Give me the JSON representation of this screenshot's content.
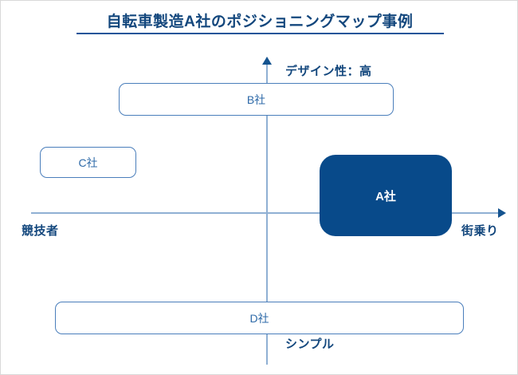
{
  "title": "自転車製造A社のポジショニングマップ事例",
  "axes": {
    "vertical": {
      "top_label": "デザイン性：高",
      "bottom_label": "シンプル",
      "arrow": "arrow-up-icon",
      "color": "#8fb0d3"
    },
    "horizontal": {
      "left_label": "競技者",
      "right_label": "街乗り",
      "arrow": "arrow-right-icon",
      "color": "#8fb0d3"
    }
  },
  "colors": {
    "title": "#13477d",
    "title_rule": "#1f5599",
    "box_outline_border": "#4a7ebb",
    "box_outline_text": "#2e6aa8",
    "box_filled_fill": "#084a8a",
    "box_filled_text": "#ffffff",
    "axis": "#8fb0d3",
    "arrowhead": "#14538f"
  },
  "boxes": [
    {
      "id": "b",
      "label": "B社",
      "style": "outline"
    },
    {
      "id": "c",
      "label": "C社",
      "style": "outline"
    },
    {
      "id": "a",
      "label": "A社",
      "style": "filled"
    },
    {
      "id": "d",
      "label": "D社",
      "style": "outline"
    }
  ],
  "chart_data": {
    "type": "scatter",
    "title": "自転車製造A社のポジショニングマップ事例",
    "xlabel": "",
    "ylabel": "",
    "grid": false,
    "legend": "none",
    "x_axis": {
      "min_label": "競技者",
      "max_label": "街乗り"
    },
    "y_axis": {
      "min_label": "シンプル",
      "max_label": "デザイン性：高"
    },
    "points": [
      {
        "label": "B社",
        "x": -0.27,
        "y": 0.82,
        "width": 1.17,
        "height": 0.21,
        "emphasis": false
      },
      {
        "label": "C社",
        "x": -0.79,
        "y": 0.41,
        "width": 0.41,
        "height": 0.2,
        "emphasis": false
      },
      {
        "label": "A社",
        "x": 0.64,
        "y": 0.03,
        "width": 0.56,
        "height": 0.53,
        "emphasis": true
      },
      {
        "label": "D社",
        "x": -0.04,
        "y": -0.68,
        "width": 1.74,
        "height": 0.21,
        "emphasis": false
      }
    ]
  }
}
